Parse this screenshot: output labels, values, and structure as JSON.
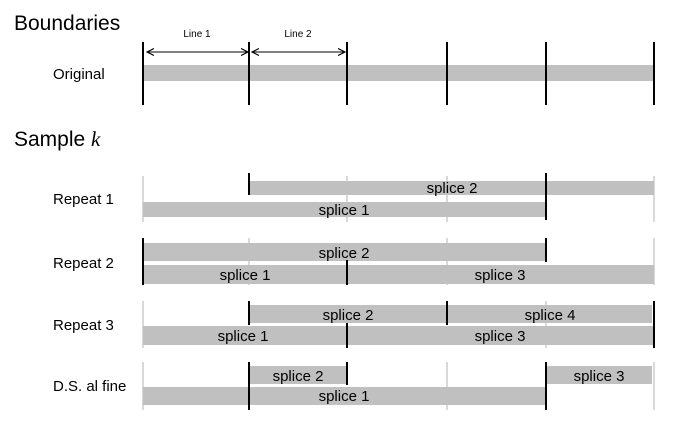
{
  "boundaries_section": {
    "title": "Boundaries",
    "original_label": "Original",
    "dimension_labels": [
      "Line 1",
      "Line 2"
    ]
  },
  "sample_section": {
    "title_text": "Sample ",
    "title_symbol": "k"
  },
  "rows": [
    {
      "label": "Repeat 1",
      "bars": [
        {
          "label": "splice 2"
        },
        {
          "label": "splice 1"
        }
      ]
    },
    {
      "label": "Repeat 2",
      "bars": [
        {
          "label": "splice 2"
        },
        {
          "label": "splice 1"
        },
        {
          "label": "splice 3"
        }
      ]
    },
    {
      "label": "Repeat 3",
      "bars": [
        {
          "label": "splice 2"
        },
        {
          "label": "splice 4"
        },
        {
          "label": "splice 1"
        },
        {
          "label": "splice 3"
        }
      ]
    },
    {
      "label": "D.S. al fine",
      "bars": [
        {
          "label": "splice 2"
        },
        {
          "label": "splice 3"
        },
        {
          "label": "splice 1"
        }
      ]
    }
  ],
  "colors": {
    "bar": "#c0c0c0",
    "faint_boundary": "#d9d9d9",
    "boundary": "#000000",
    "text": "#000000"
  }
}
